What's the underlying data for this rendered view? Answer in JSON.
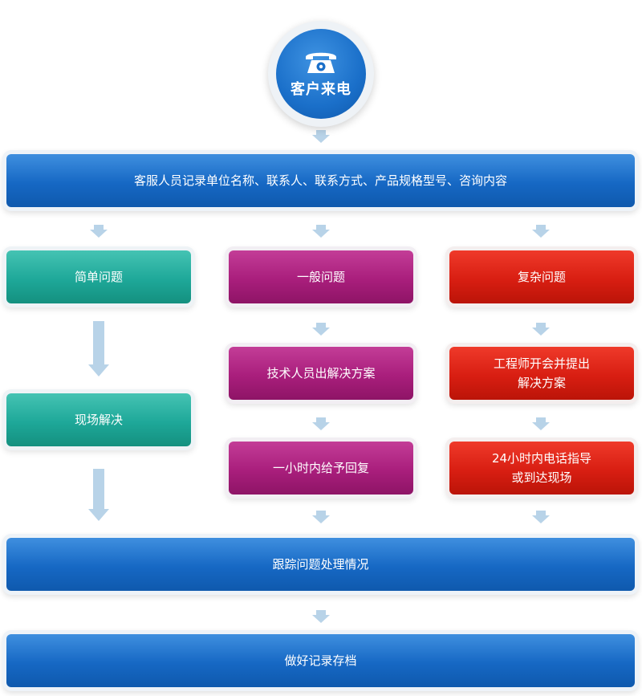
{
  "start": {
    "label": "客户来电",
    "icon": "telephone-icon"
  },
  "steps": {
    "record_info": "客服人员记录单位名称、联系人、联系方式、产品规格型号、咨询内容",
    "simple": "简单问题",
    "general": "一般问题",
    "complex": "复杂问题",
    "onsite_solve": "现场解决",
    "tech_solution": "技术人员出解决方案",
    "engineer_meeting": "工程师开会并提出\n解决方案",
    "reply_hour": "一小时内给予回复",
    "phone_guide": "24小时内电话指导\n或到达现场",
    "track": "跟踪问题处理情况",
    "archive": "做好记录存档"
  },
  "colors": {
    "blue": "#1668c4",
    "teal": "#1ea899",
    "magenta": "#a91e7c",
    "red": "#d81e12",
    "arrow": "#b8d3e8"
  }
}
